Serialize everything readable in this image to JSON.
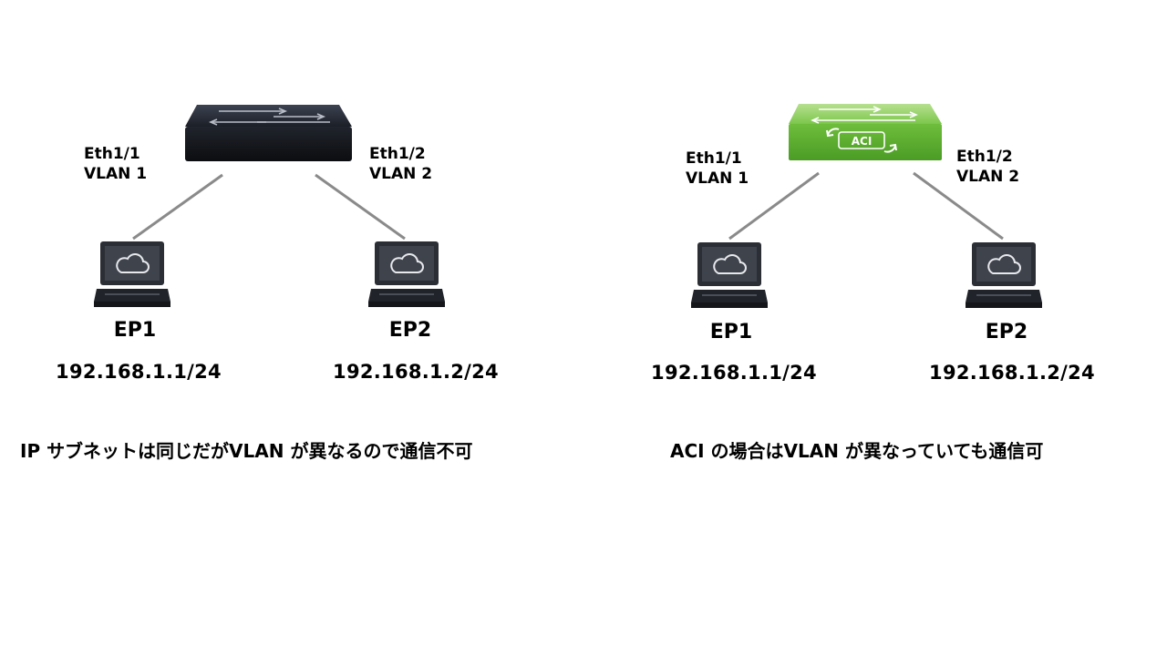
{
  "left": {
    "switch": {
      "icon": "switch-icon"
    },
    "port_a": {
      "interface": "Eth1/1",
      "vlan": "VLAN 1"
    },
    "port_b": {
      "interface": "Eth1/2",
      "vlan": "VLAN 2"
    },
    "ep1": {
      "name": "EP1",
      "ip": "192.168.1.1/24"
    },
    "ep2": {
      "name": "EP2",
      "ip": "192.168.1.2/24"
    },
    "caption": "IP サブネットは同じだがVLAN が異なるので通信不可"
  },
  "right": {
    "switch": {
      "icon": "aci-switch-icon",
      "label": "ACI"
    },
    "port_a": {
      "interface": "Eth1/1",
      "vlan": "VLAN 1"
    },
    "port_b": {
      "interface": "Eth1/2",
      "vlan": "VLAN 2"
    },
    "ep1": {
      "name": "EP1",
      "ip": "192.168.1.1/24"
    },
    "ep2": {
      "name": "EP2",
      "ip": "192.168.1.2/24"
    },
    "caption": "ACI の場合はVLAN が異なっていても通信可"
  },
  "colors": {
    "standard_switch": "#1c1f26",
    "aci_switch": "#5cb230",
    "endpoint": "#2b2e35",
    "link": "#8a8a8a"
  }
}
